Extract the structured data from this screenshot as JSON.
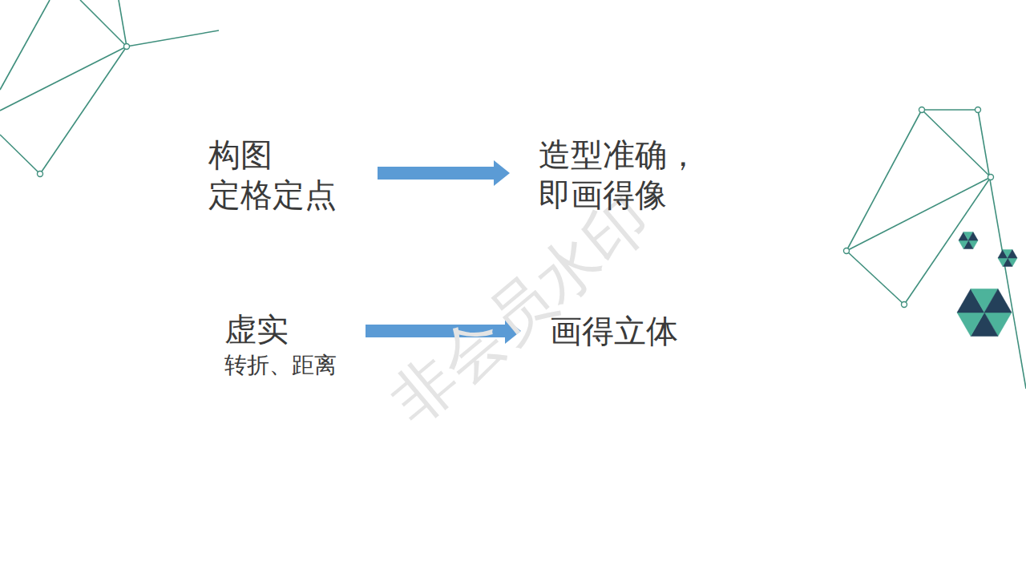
{
  "diagram": {
    "nodes": [
      {
        "text": [
          "构图 定格定点"
        ]
      },
      {
        "text": [
          "造型准确， 即画得像"
        ]
      },
      {
        "text": [
          "虚实",
          "转折、距离"
        ]
      },
      {
        "text": [
          "画得立体"
        ]
      }
    ],
    "edges": [
      {
        "from": 0,
        "to": 1,
        "arrow": "to"
      },
      {
        "from": 2,
        "to": 3,
        "arrow": "to"
      }
    ],
    "labels": [
      "非会员水印"
    ]
  }
}
